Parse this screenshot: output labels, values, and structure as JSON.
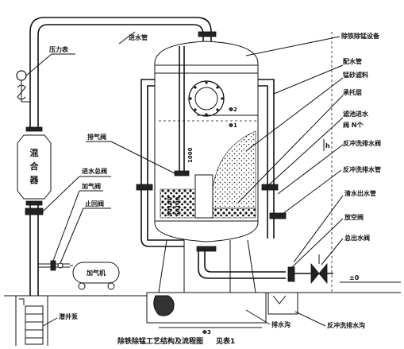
{
  "labels": {
    "inlet_pipe": "进水管",
    "pressure_gauge": "压力表",
    "mixer": "混合器",
    "main_inlet_valve": "进水总阀",
    "air_valve": "加气阀",
    "check_valve": "止回阀",
    "air_compressor": "加气机",
    "submersible_pump": "潜井泵",
    "exhaust_valve": "排气阀",
    "tank_name": "除铁除锰设备",
    "distribution_pipe": "配水管",
    "manganese_sand": "锰砂滤料",
    "support_layer": "承托层",
    "backwash_inlet": "滤池进水",
    "valve_n": "阀 N个",
    "backwash_drain_valve": "反冲洗排水阀",
    "backwash_drain_pipe": "反冲洗排水管",
    "clean_outlet_pipe": "清水出水管",
    "vent_valve": "放空阀",
    "main_outlet_valve": "总出水阀",
    "backwash_trench": "反冲洗排水沟",
    "drain_trench": "排水沟",
    "caption": "除铁除锰工艺结构及流程图",
    "see_table": "见表1",
    "phi2": "Φ2",
    "phi1": "Φ1",
    "phi3": "Φ3",
    "dim_1000": "1000",
    "dim_s1": "50100",
    "dim_s2": "50100",
    "dim_h": "h",
    "ground_level": "±0"
  }
}
